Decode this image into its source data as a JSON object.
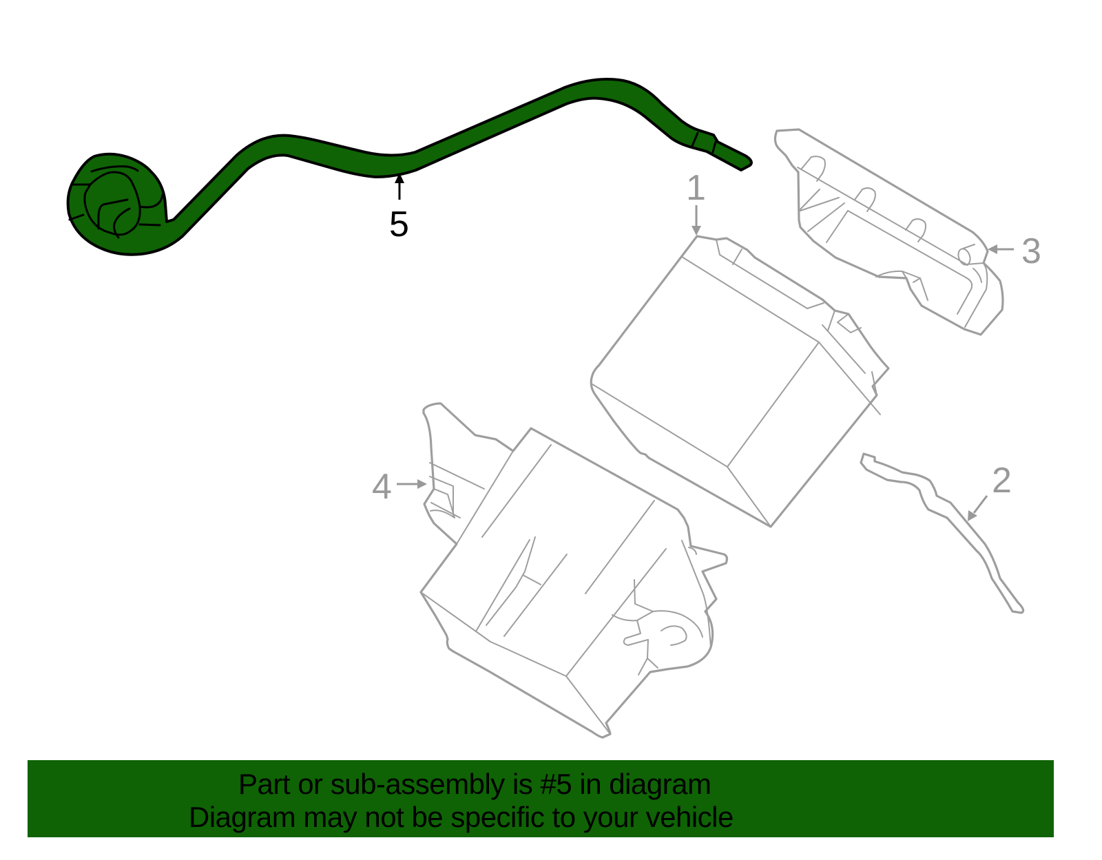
{
  "diagram": {
    "callouts": [
      {
        "number": "1",
        "part": "battery"
      },
      {
        "number": "2",
        "part": "hold-down-clamp"
      },
      {
        "number": "3",
        "part": "battery-cover"
      },
      {
        "number": "4",
        "part": "battery-tray"
      },
      {
        "number": "5",
        "part": "vent-hose",
        "highlighted": true
      }
    ],
    "colors": {
      "highlight": "#0f6305",
      "outline": "#9e9e9e",
      "callout_highlight": "#000000",
      "callout_other": "#999999"
    }
  },
  "banner": {
    "line1": "Part or sub-assembly is #5 in diagram",
    "line2": "Diagram may not be specific to your vehicle",
    "background": "#0f6305"
  }
}
